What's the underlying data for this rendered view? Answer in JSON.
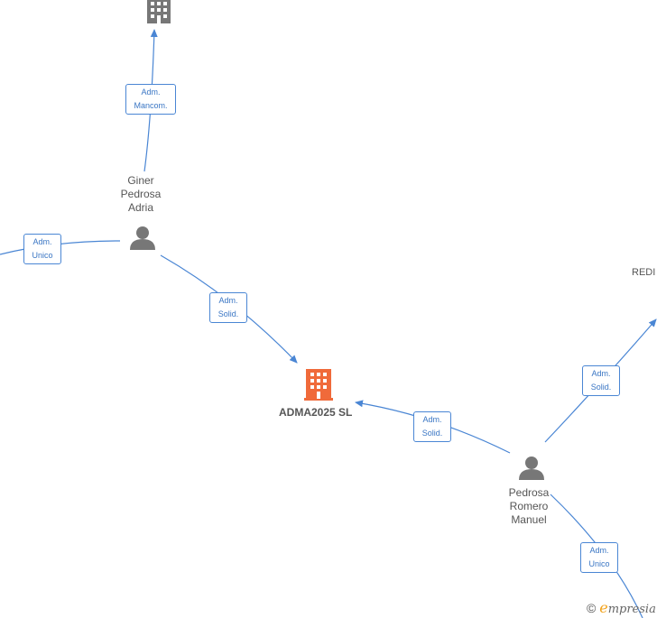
{
  "nodes": {
    "top_company": {
      "type": "company",
      "color": "#777777"
    },
    "giner": {
      "type": "person",
      "lines": [
        "Giner",
        "Pedrosa",
        "Adria"
      ]
    },
    "main_company": {
      "type": "company",
      "label": "ADMA2025  SL",
      "color": "#f06a3a"
    },
    "pedrosa": {
      "type": "person",
      "lines": [
        "Pedrosa",
        "Romero",
        "Manuel"
      ]
    },
    "redi": {
      "type": "company",
      "label": "REDI"
    }
  },
  "edges": {
    "e1": [
      "Adm.",
      "Mancom."
    ],
    "e2": [
      "Adm.",
      "Unico"
    ],
    "e3": [
      "Adm.",
      "Solid."
    ],
    "e4": [
      "Adm.",
      "Solid."
    ],
    "e5": [
      "Adm.",
      "Solid."
    ],
    "e6": [
      "Adm.",
      "Unico"
    ]
  },
  "footer": {
    "copyright": "©",
    "brand_initial": "e",
    "brand_rest": "mpresia"
  },
  "colors": {
    "edge": "#4a86d4",
    "person": "#777777",
    "main": "#f06a3a"
  }
}
